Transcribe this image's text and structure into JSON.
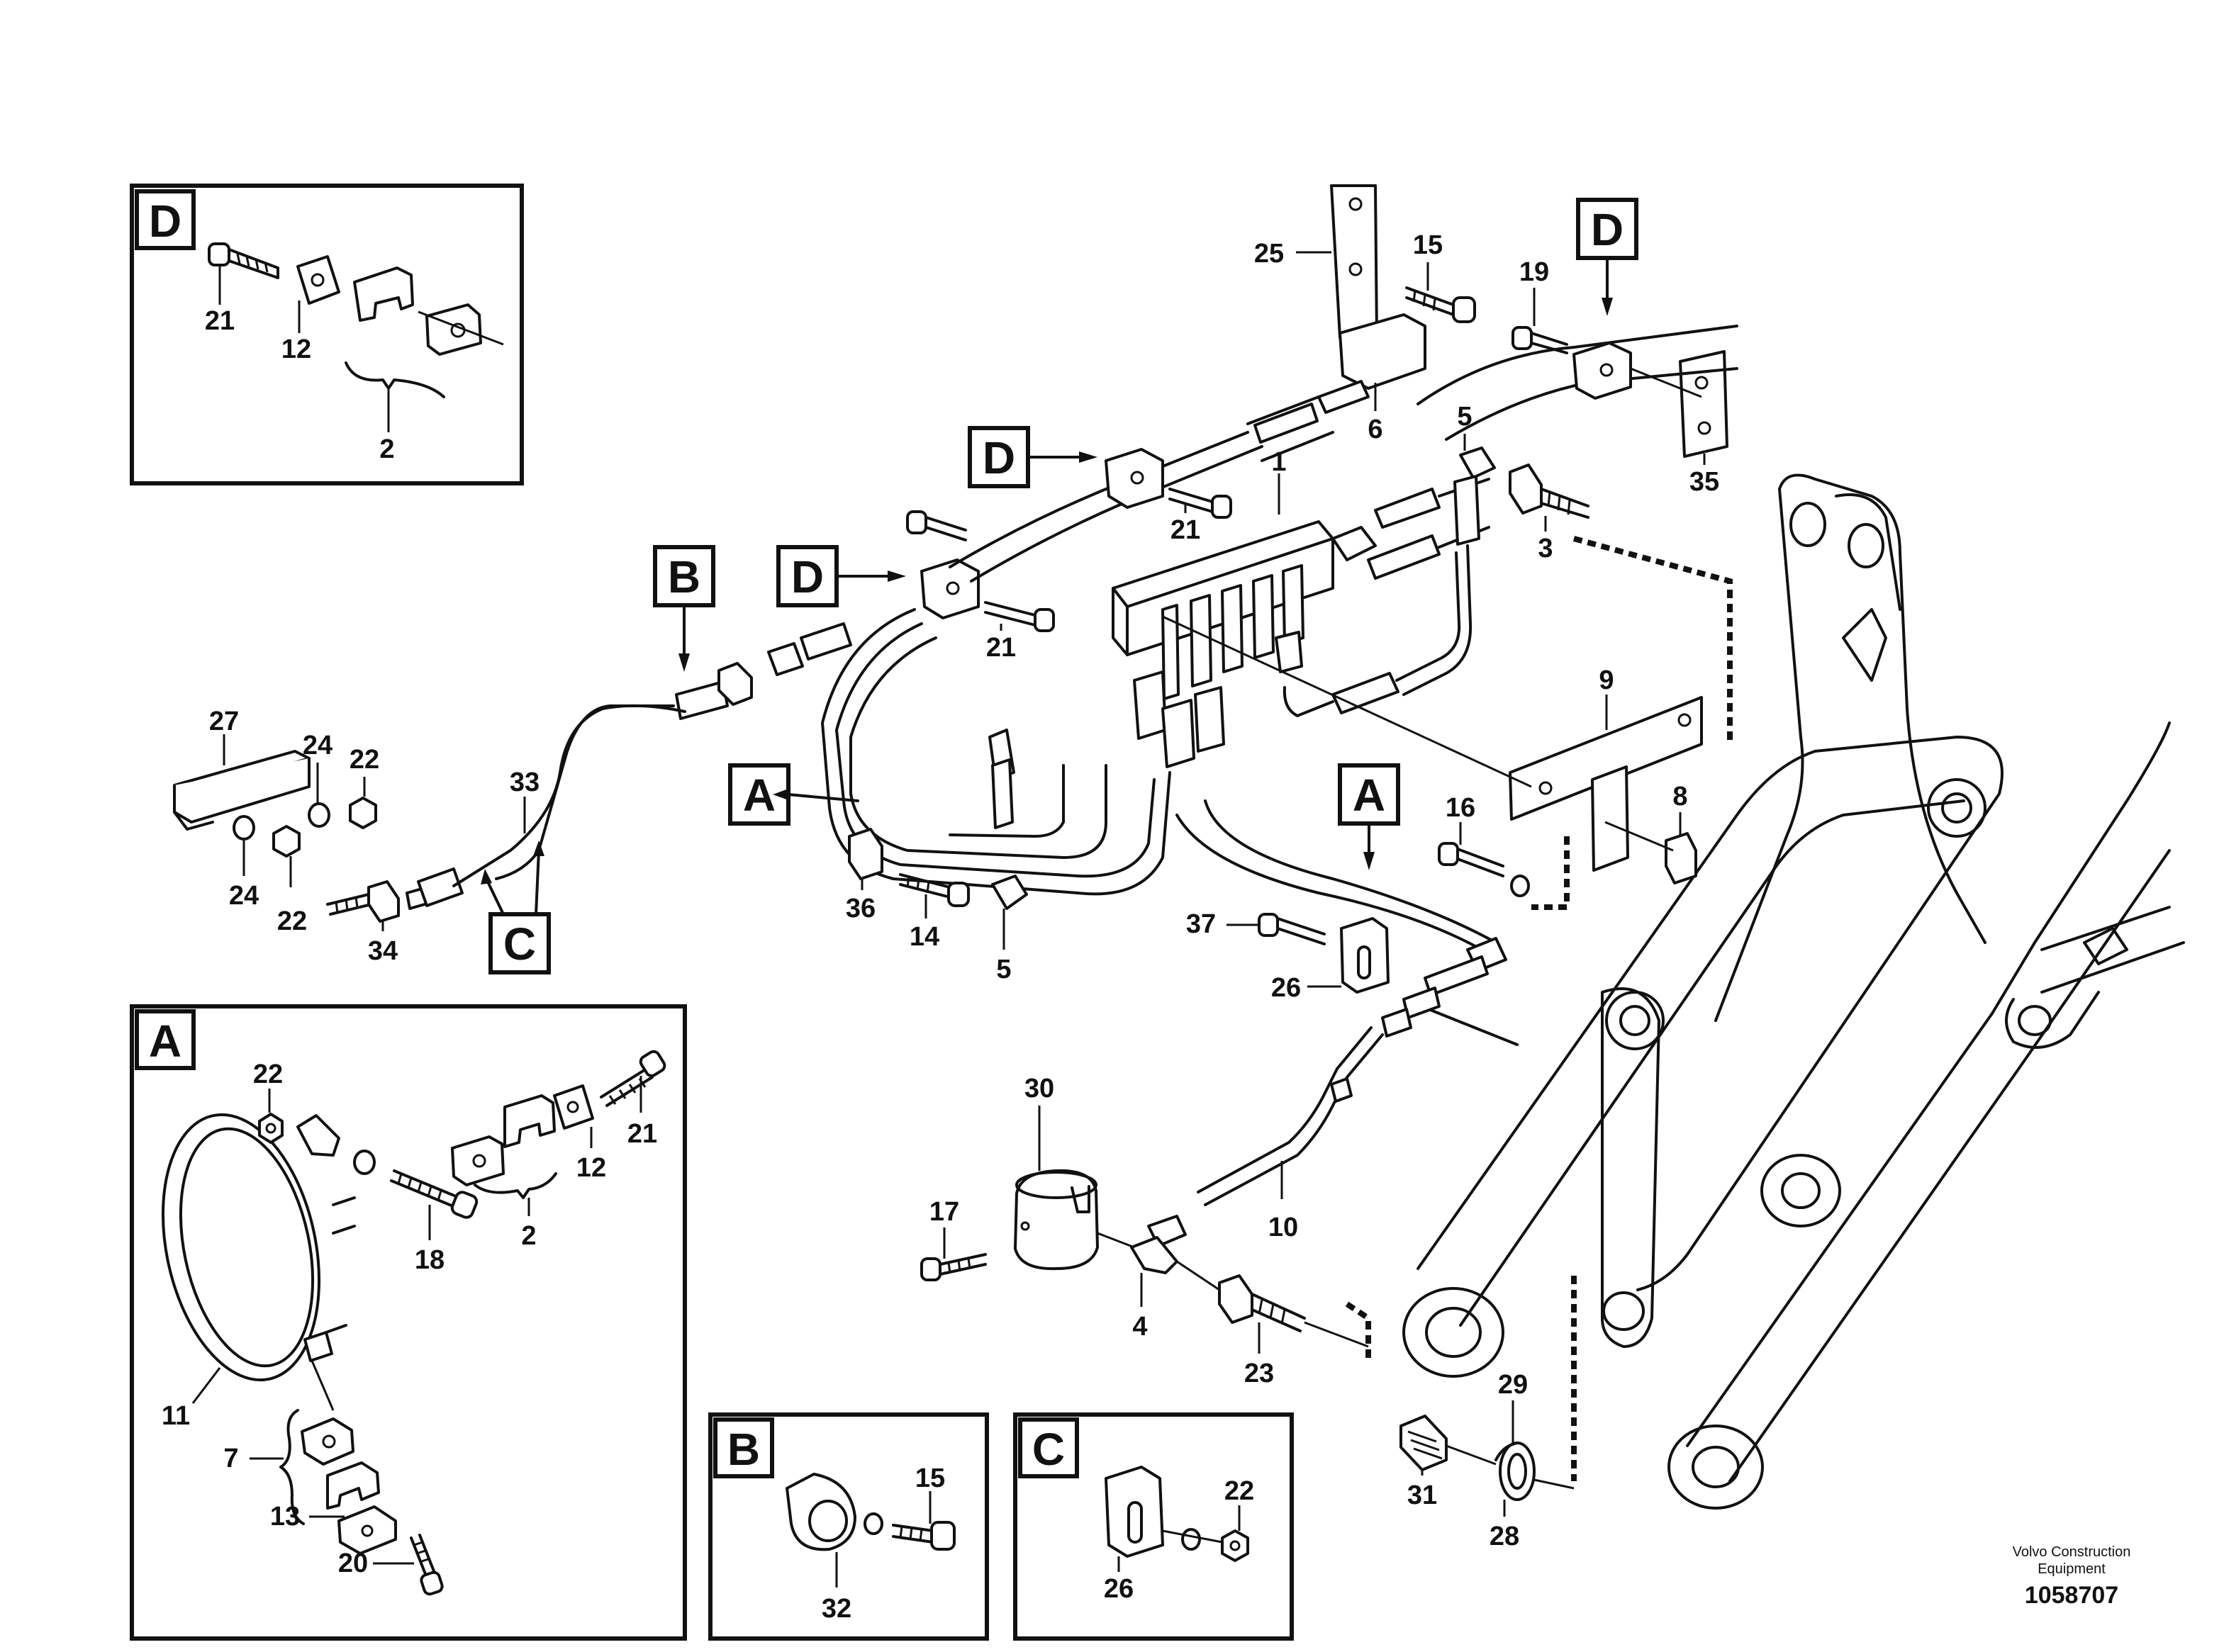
{
  "footer": {
    "company_line1": "Volvo Construction",
    "company_line2": "Equipment",
    "document_number": "1058707"
  },
  "detail_views": {
    "D": "D",
    "A": "A",
    "B": "B",
    "C": "C"
  },
  "callouts": {
    "n1": "1",
    "n2": "2",
    "n3": "3",
    "n4": "4",
    "n5": "5",
    "n6": "6",
    "n7": "7",
    "n8": "8",
    "n9": "9",
    "n10": "10",
    "n11": "11",
    "n12": "12",
    "n13": "13",
    "n14": "14",
    "n15": "15",
    "n16": "16",
    "n17": "17",
    "n18": "18",
    "n19": "19",
    "n20": "20",
    "n21": "21",
    "n22": "22",
    "n23": "23",
    "n24": "24",
    "n25": "25",
    "n26": "26",
    "n27": "27",
    "n28": "28",
    "n29": "29",
    "n30": "30",
    "n31": "31",
    "n32": "32",
    "n33": "33",
    "n34": "34",
    "n35": "35",
    "n36": "36",
    "n37": "37"
  }
}
